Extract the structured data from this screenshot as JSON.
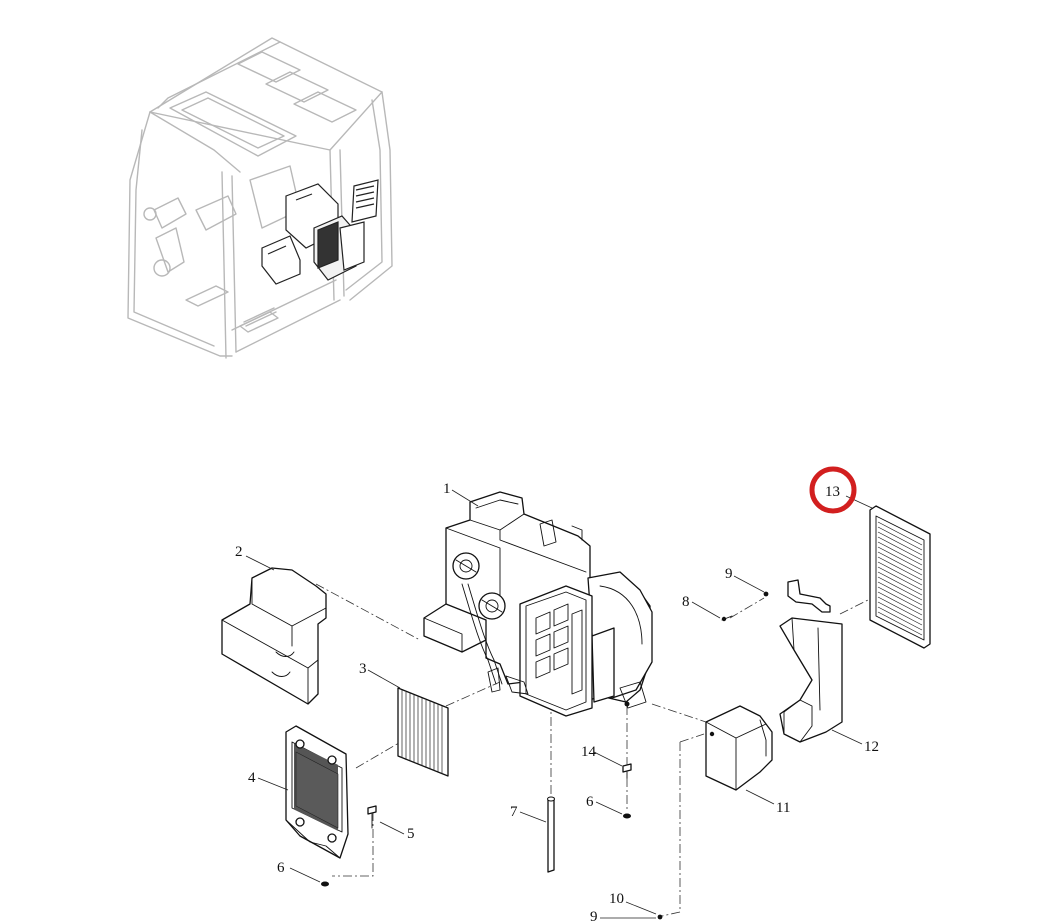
{
  "callouts": [
    {
      "id": "c1",
      "text": "1"
    },
    {
      "id": "c2",
      "text": "2"
    },
    {
      "id": "c3",
      "text": "3"
    },
    {
      "id": "c4",
      "text": "4"
    },
    {
      "id": "c5",
      "text": "5"
    },
    {
      "id": "c6a",
      "text": "6"
    },
    {
      "id": "c6b",
      "text": "6"
    },
    {
      "id": "c7",
      "text": "7"
    },
    {
      "id": "c8",
      "text": "8"
    },
    {
      "id": "c9a",
      "text": "9"
    },
    {
      "id": "c9b",
      "text": "9"
    },
    {
      "id": "c10",
      "text": "10"
    },
    {
      "id": "c11",
      "text": "11"
    },
    {
      "id": "c12",
      "text": "12"
    },
    {
      "id": "c13",
      "text": "13"
    },
    {
      "id": "c14",
      "text": "14"
    }
  ],
  "highlight": {
    "callout": "13",
    "color": "#d21f1f"
  }
}
